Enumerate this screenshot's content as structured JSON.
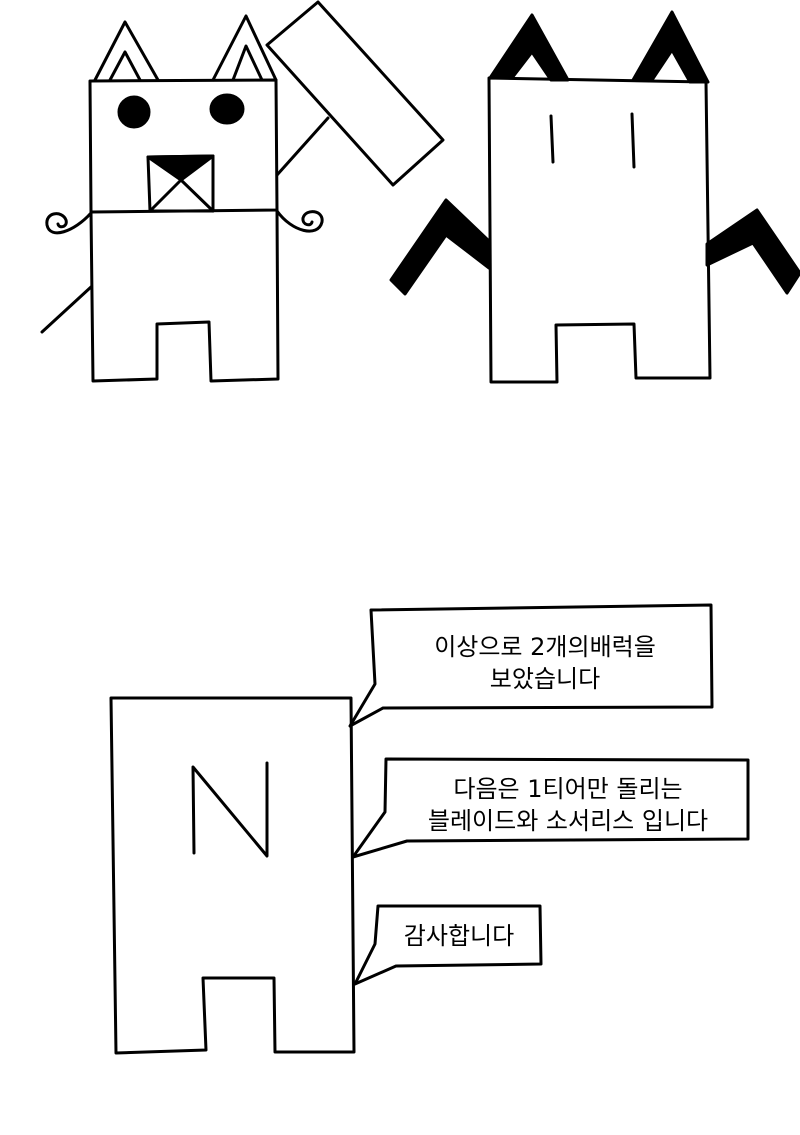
{
  "ink_color": "#000000",
  "background_color": "#ffffff",
  "bubbles": [
    {
      "lines": [
        "이상으로 2개의배럭을",
        "보았습니다"
      ]
    },
    {
      "lines": [
        "다음은 1티어만 돌리는",
        "블레이드와 소서리스 입니다"
      ]
    },
    {
      "lines": [
        "감사합니다"
      ]
    }
  ]
}
